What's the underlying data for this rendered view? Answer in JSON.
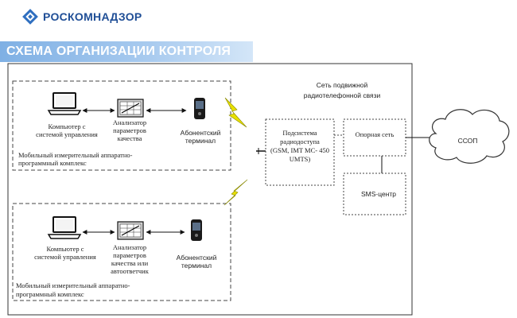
{
  "header": {
    "logo_text": "РОСКОМНАДЗОР",
    "title": "СХЕМА ОРГАНИЗАЦИИ КОНТРОЛЯ"
  },
  "diagram": {
    "network_label_line1": "Сеть подвижной",
    "network_label_line2": "радиотелефонной связи",
    "ssop_label": "ССОП",
    "sms_center_label": "SMS-центр",
    "core_network_label": "Опорная сеть",
    "radio_access": {
      "line1": "Подсистема",
      "line2": "радиодоступа",
      "line3": "(GSM, IMT MC- 450",
      "line4": "UMTS)"
    },
    "complex_top": {
      "computer_line1": "Компьютер с",
      "computer_line2": "системой управления",
      "analyzer_line1": "Анализатор",
      "analyzer_line2": "параметров",
      "analyzer_line3": "качества",
      "terminal_line1": "Абонентский",
      "terminal_line2": "терминал",
      "complex_line1": "Мобильный измерительный аппаратно-",
      "complex_line2": "программный комплекс"
    },
    "complex_bottom": {
      "computer_line1": "Компьютер с",
      "computer_line2": "системой управления",
      "analyzer_line1": "Анализатор",
      "analyzer_line2": "параметров",
      "analyzer_line3": "качества или",
      "analyzer_line4": "автоответчик",
      "terminal_line1": "Абонентский",
      "terminal_line2": "терминал",
      "complex_line1": "Мобильный измерительный аппаратно-",
      "complex_line2": "программный комплекс"
    },
    "colors": {
      "logo_blue": "#1f4e96",
      "title_bar": "#8fbbe9",
      "lightning": "#e8e000"
    }
  }
}
